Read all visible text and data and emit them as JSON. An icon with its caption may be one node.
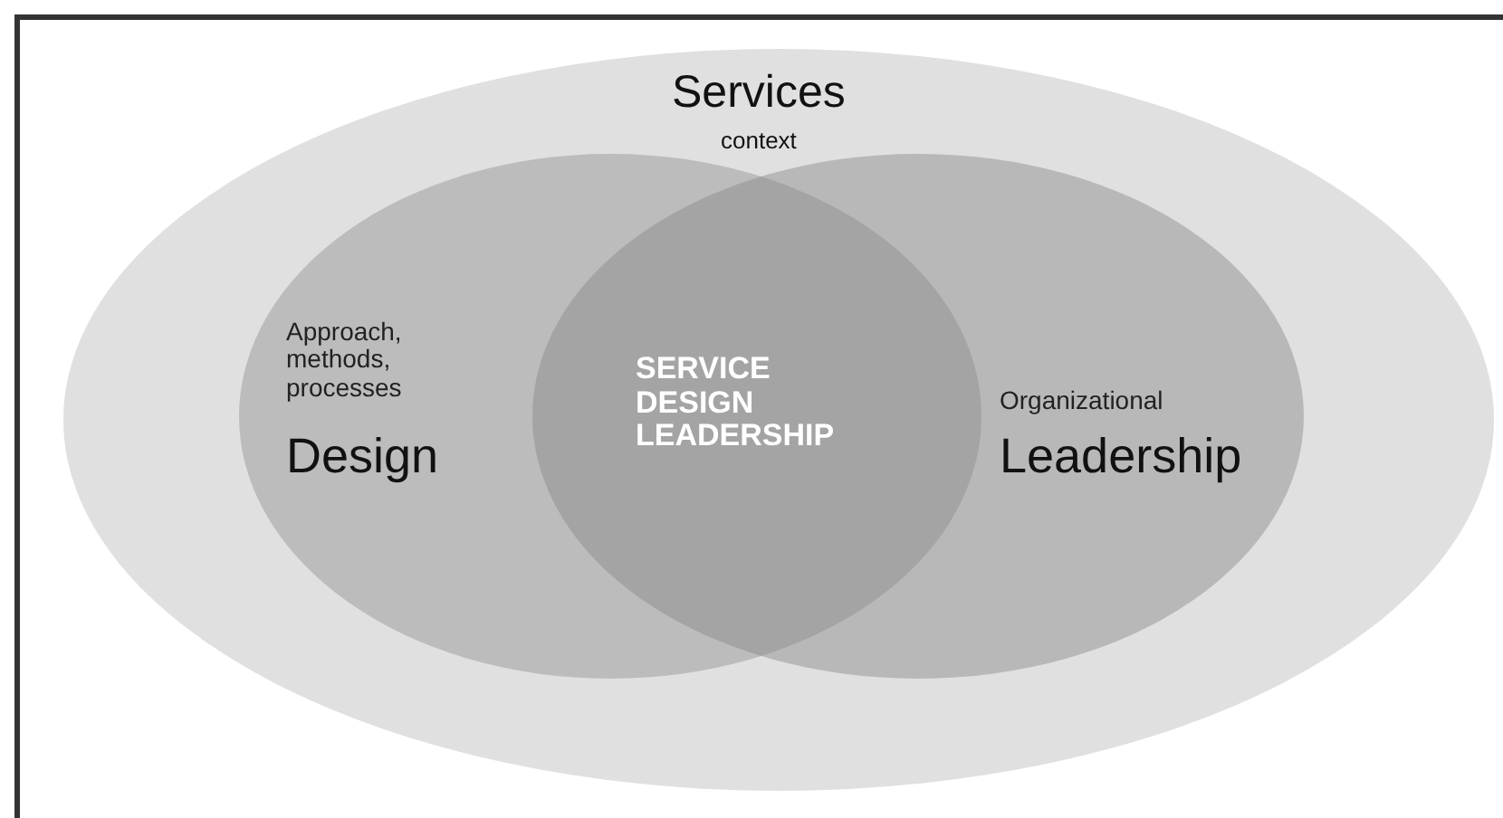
{
  "diagram": {
    "nodes": [
      {
        "text": [
          "Services",
          "context"
        ]
      },
      {
        "text": [
          "Approach, methods, processes",
          "Design"
        ],
        "in": 0
      },
      {
        "text": [
          "Organizational",
          "Leadership"
        ],
        "in": 0
      },
      {
        "text": [
          "SERVICE DESIGN LEADERSHIP"
        ]
      }
    ]
  }
}
